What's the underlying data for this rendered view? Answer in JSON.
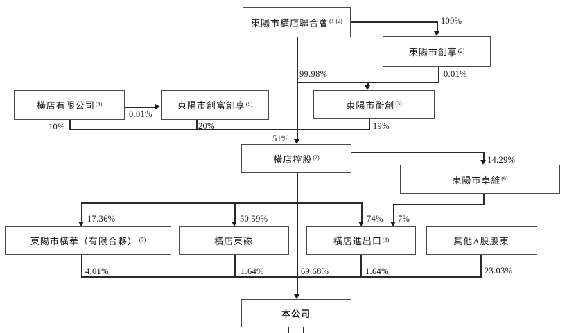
{
  "diagram": {
    "type": "shareholding-structure-chart",
    "nodes": {
      "federation": {
        "name": "東陽市橫店聯合會",
        "note": "(1)(2)"
      },
      "chuangxiang": {
        "name": "東陽市創享",
        "note": "(2)"
      },
      "hengchuang": {
        "name": "東陽市衡創",
        "note": "(3)"
      },
      "hengdian_limited": {
        "name": "橫店有限公司",
        "note": "(4)"
      },
      "chuangfu": {
        "name": "東陽市創富創享",
        "note": "(5)"
      },
      "holdings": {
        "name": "橫店控股",
        "note": "(2)"
      },
      "zhuowei": {
        "name": "東陽市卓維",
        "note": "(6)"
      },
      "henghua": {
        "name": "東陽市橫華（有限合夥）",
        "note": "(7)"
      },
      "dmegc": {
        "name": "橫店東磁",
        "note": ""
      },
      "import_export": {
        "name": "橫店進出口",
        "note": "(8)"
      },
      "other_a_share": {
        "name": "其他A股股東",
        "note": ""
      },
      "company": {
        "name": "本公司",
        "note": ""
      }
    },
    "percentages": {
      "federation_to_chuangxiang": "100%",
      "federation_to_hengchuang": "99.98%",
      "chuangxiang_to_hengchuang": "0.01%",
      "limited_to_chuangfu": "0.01%",
      "limited_to_holdings": "10%",
      "chuangfu_to_holdings": "20%",
      "hengchuang_to_holdings": "19%",
      "federation_to_holdings": "51%",
      "holdings_to_zhuowei": "14.29%",
      "holdings_to_henghua": "17.36%",
      "holdings_to_dmegc": "50.59%",
      "holdings_to_import_export": "74%",
      "zhuowei_to_import_export": "7%",
      "henghua_to_company": "4.01%",
      "dmegc_to_company": "1.64%",
      "holdings_to_company": "69.68%",
      "import_export_to_company": "1.64%",
      "other_a_share_to_company": "23.03%"
    },
    "colors": {
      "background": "#ffffff",
      "line": "#2a2a2a",
      "box_border": "#4a4a4a",
      "text": "#161616"
    }
  }
}
